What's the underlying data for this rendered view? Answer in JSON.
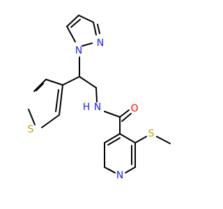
{
  "molecule": {
    "atoms": [
      {
        "id": "n_pz2",
        "label": "N",
        "color": "#2020ff"
      },
      {
        "id": "n_pz1",
        "label": "N",
        "color": "#2020ff"
      },
      {
        "id": "s_thio",
        "label": "S",
        "color": "#b8a600"
      },
      {
        "id": "n_amide",
        "label": "N",
        "color": "#2020ff"
      },
      {
        "id": "h_amide",
        "label": "H",
        "color": "#2020ff"
      },
      {
        "id": "o_carbonyl",
        "label": "O",
        "color": "#ff0000"
      },
      {
        "id": "s_thioether",
        "label": "S",
        "color": "#b8a600"
      },
      {
        "id": "n_pyridine",
        "label": "N",
        "color": "#2020ff"
      }
    ]
  }
}
